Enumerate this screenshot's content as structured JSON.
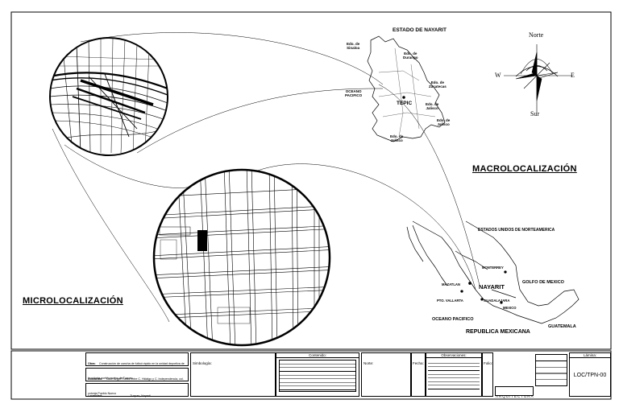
{
  "macro": {
    "title": "MACROLOCALIZACIÓN",
    "state_title": "ESTADO DE NAYARIT",
    "neighbors": {
      "sinaloa": "Edo. de\nSinaloa",
      "durango": "Edo. de\nDurango",
      "zacatecas": "Edo. de\nZacatecas",
      "jalisco_e": "Edo. de\nJalisco",
      "jalisco_se": "Edo. de\nJalisco",
      "jalisco_s": "Edo. de\nJalisco"
    },
    "ocean_state": "OCEANO\nPACIFICO",
    "capital": "TEPIC",
    "compass": {
      "n": "Norte",
      "s": "Sur",
      "e": "E",
      "w": "W"
    },
    "country_labels": {
      "usa": "ESTADOS UNIDOS DE NORTEAMERICA",
      "gulf": "GOLFO DE MEXICO",
      "ocean": "OCEANO PACIFICO",
      "country": "REPUBLICA MEXICANA",
      "guatemala": "GUATEMALA",
      "nayarit": "NAYARIT",
      "mazatlan": "MAZATLAN",
      "vallarta": "PTO. VALLARTA",
      "guadalajara": "GUADALAJARA",
      "mexico": "MEXICO",
      "monterrey": "MONTERREY"
    }
  },
  "micro": {
    "title": "MICROLOCALIZACIÓN"
  },
  "title_block": {
    "obra_label": "Obra:",
    "obra_text": "Construcción de cancha de futbol rápido en la unidad deportiva de la colonia pueblo nuevo de Tuxpan",
    "ubicacion_label": "Ubicación:",
    "ubicacion_text": "Calle Ángel Flores entre C. Hidalgo y C. Independencia, col. colonia Pueblo Nuevo",
    "localidad_label": "Localidad:",
    "localidad_text": "Tuxpan, Nayarit",
    "simbologia": "Simbología:",
    "contenido": "Contenido:",
    "norte": "Norte:",
    "fecha": "Fecha:",
    "observaciones": "Observaciones:",
    "folio": "Folio:",
    "lamina": "Lámina:",
    "plano_code": "LOC/TPN-00",
    "brand": "ARQUITECTURA"
  },
  "colors": {
    "ink": "#000000",
    "paper": "#ffffff"
  }
}
